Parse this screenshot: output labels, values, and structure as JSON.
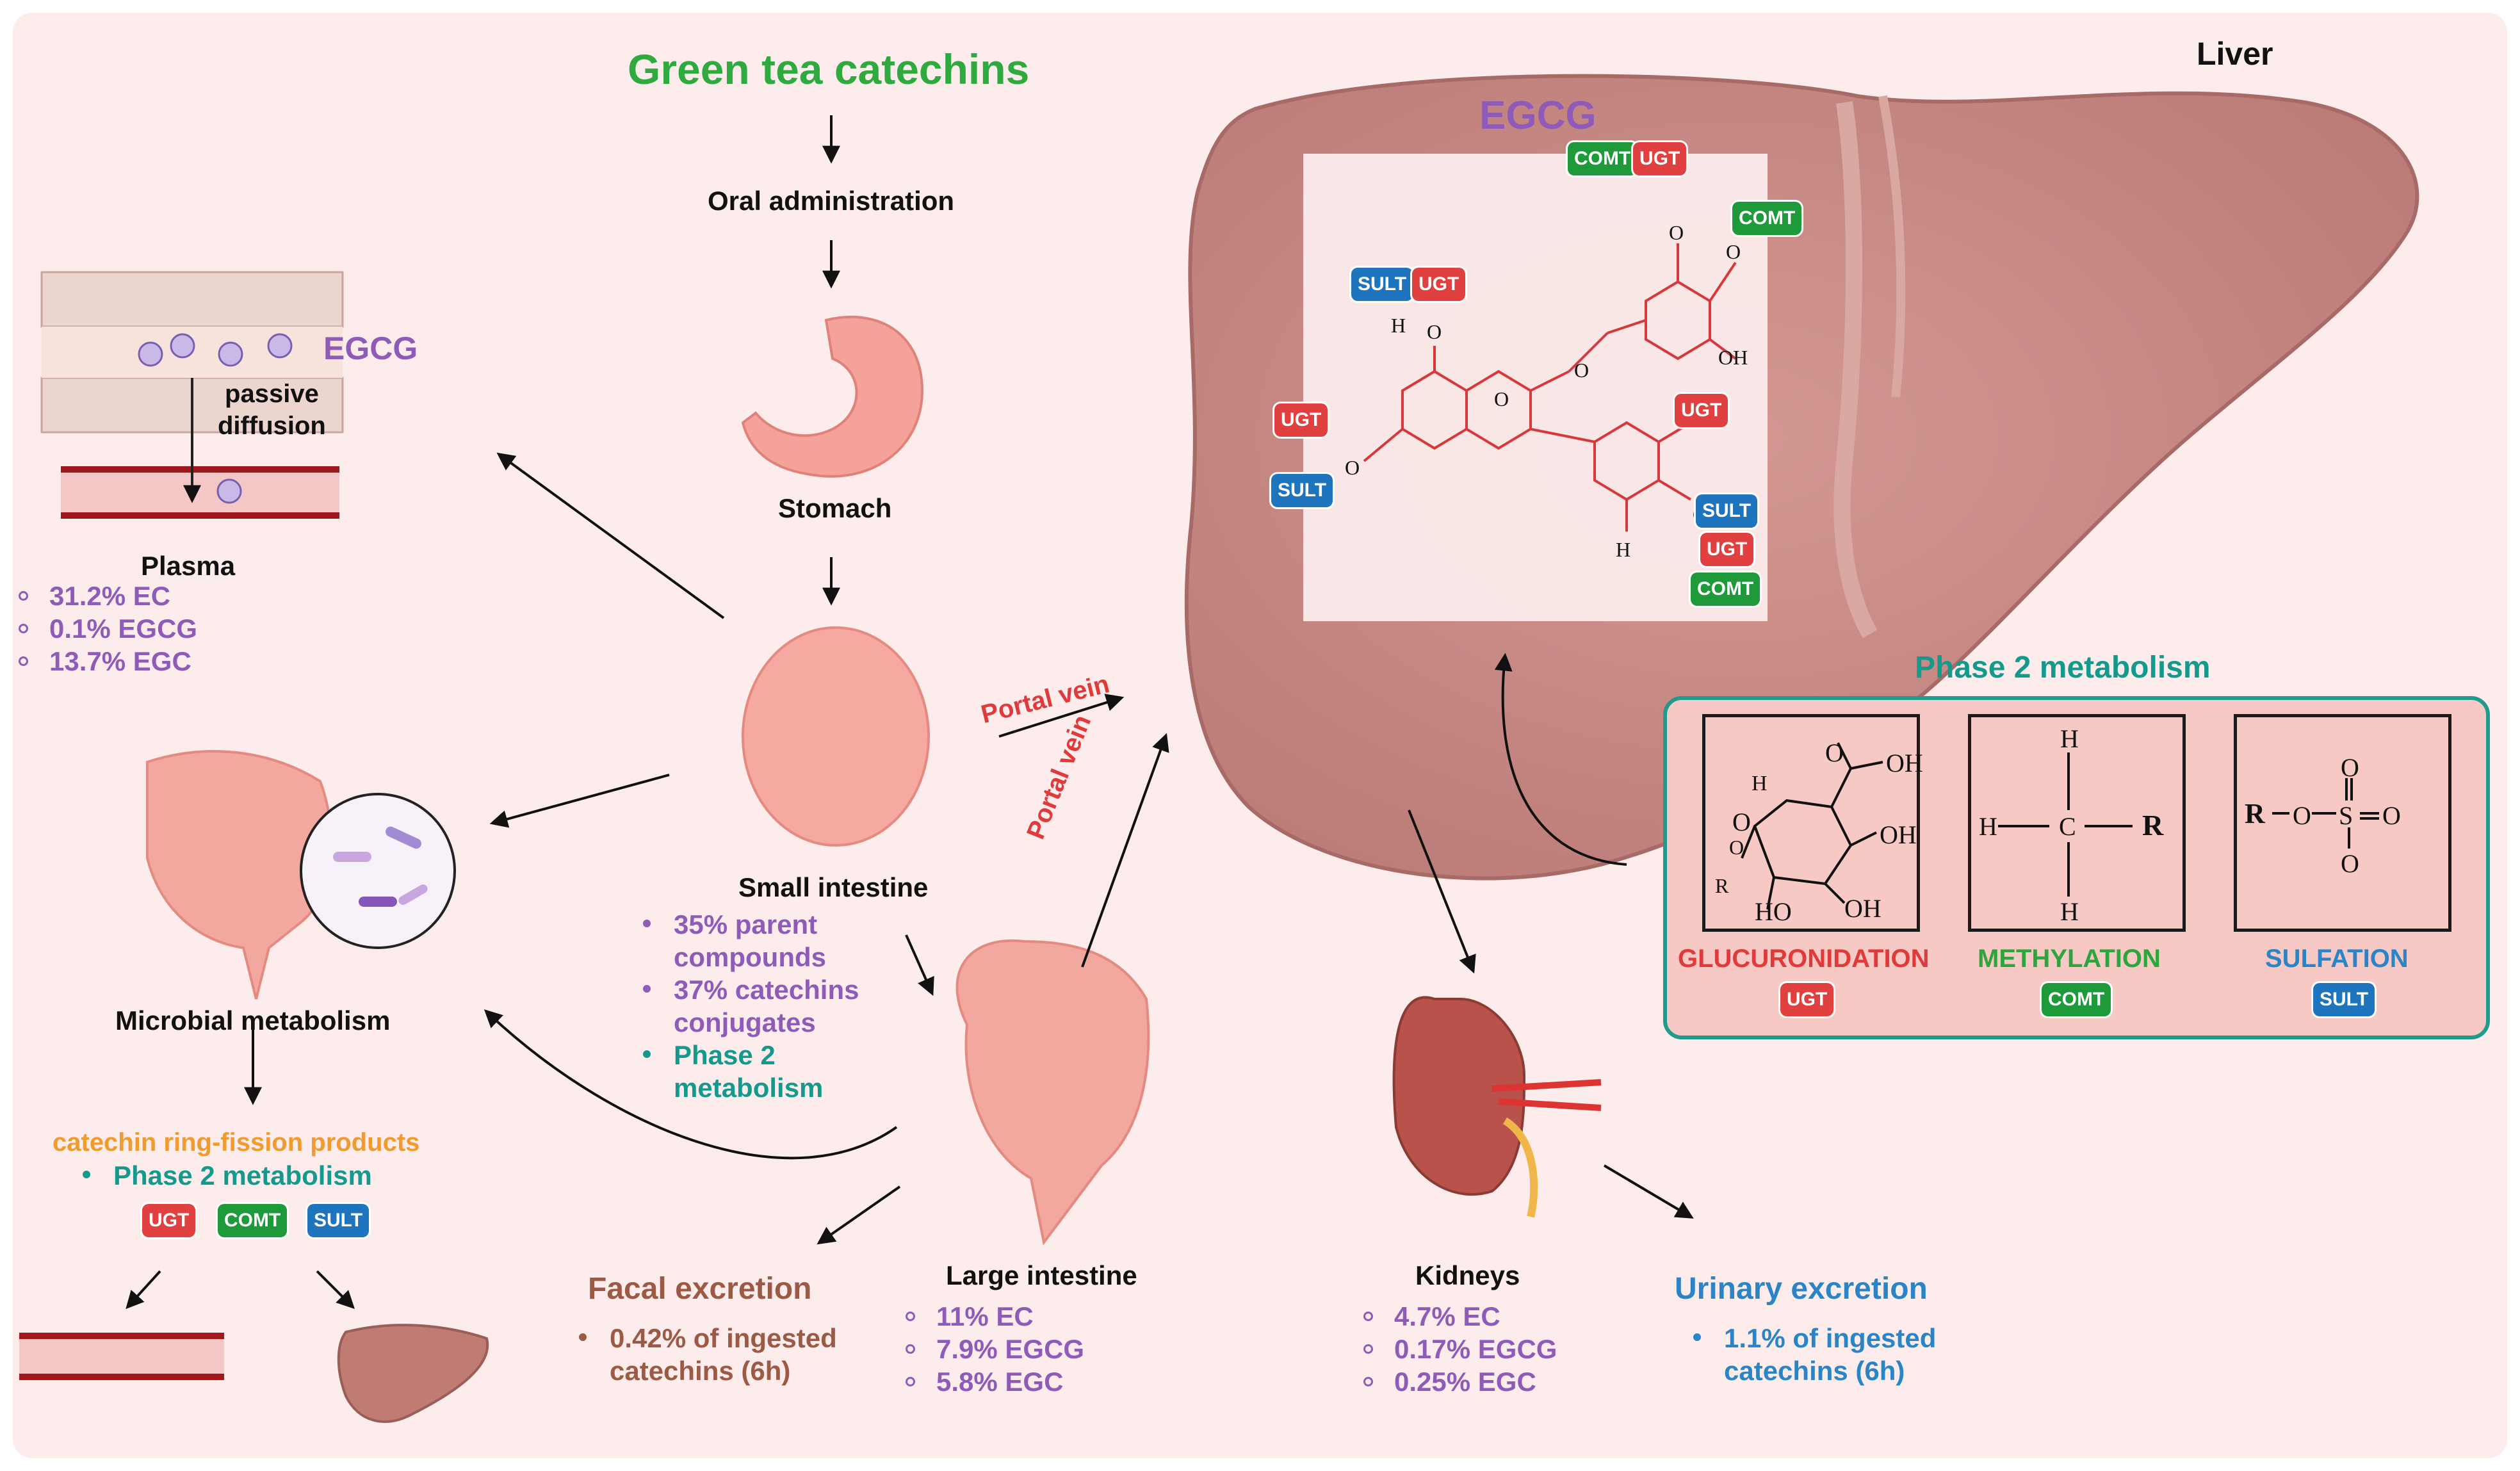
{
  "title": "Green tea catechins",
  "steps": {
    "oral": "Oral administration",
    "stomach": "Stomach",
    "small_intestine": "Small intestine",
    "large_intestine": "Large intestine",
    "kidneys": "Kidneys",
    "liver": "Liver",
    "plasma": "Plasma",
    "microbial": "Microbial metabolism"
  },
  "absorption": {
    "egcg_label": "EGCG",
    "diffusion": "passive\ndiffusion"
  },
  "plasma_values": [
    "31.2% EC",
    "0.1% EGCG",
    "13.7% EGC"
  ],
  "small_intestine_notes": [
    {
      "text": "35% parent\ncompounds",
      "color": "#8e5bb8"
    },
    {
      "text": "37% catechins\nconjugates",
      "color": "#8e5bb8"
    },
    {
      "text": "Phase 2\nmetabolism",
      "color": "#149a8c"
    }
  ],
  "portal_vein": "Portal vein",
  "large_intestine_values": [
    "11% EC",
    "7.9% EGCG",
    "5.8% EGC"
  ],
  "kidney_values": [
    "4.7% EC",
    "0.17% EGCG",
    "0.25% EGC"
  ],
  "microbial": {
    "products": "catechin ring-fission products",
    "phase2": "Phase 2 metabolism"
  },
  "faecal": {
    "title": "Facal excretion",
    "note": "0.42% of ingested\ncatechins (6h)"
  },
  "urinary": {
    "title": "Urinary excretion",
    "note": "1.1% of ingested\ncatechins (6h)"
  },
  "egcg_title": "EGCG",
  "enzymes": {
    "ugt": "UGT",
    "comt": "COMT",
    "sult": "SULT"
  },
  "phase2_panel": {
    "title": "Phase 2 metabolism",
    "glucuronidation": "GLUCURONIDATION",
    "methylation": "METHYLATION",
    "sulfation": "SULFATION"
  },
  "molecule_labels": {
    "o": "O",
    "h": "H",
    "oh": "OH",
    "ho": "HO",
    "r": "R",
    "c": "C",
    "s": "S"
  },
  "colors": {
    "background": "#fdecec",
    "liver": "#c98c88",
    "ugt": "#e0403f",
    "comt": "#1f9a3a",
    "sult": "#1e74bd",
    "title_green": "#2eaa3e",
    "purple": "#8e5bb8",
    "teal": "#149a8c"
  }
}
